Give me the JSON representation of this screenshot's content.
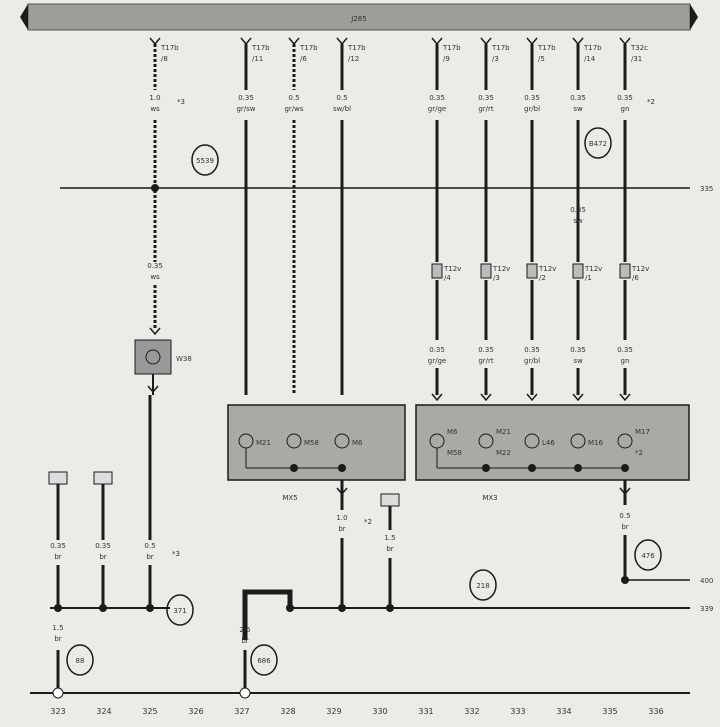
{
  "title_bar": {
    "label": "J285"
  },
  "top_connectors": [
    {
      "pin": "T17b /8",
      "wire": "1.0",
      "color": "ws",
      "note": "*3",
      "style": "dashed"
    },
    {
      "pin": "T17b /11",
      "wire": "0.35",
      "color": "gr/sw",
      "style": "solid"
    },
    {
      "pin": "T17b /6",
      "wire": "0.5",
      "color": "gr/ws",
      "style": "dashed"
    },
    {
      "pin": "T17b /12",
      "wire": "0.5",
      "color": "sw/bl",
      "style": "solid"
    },
    {
      "pin": "T17b /9",
      "wire": "0.35",
      "color": "gr/ge",
      "style": "solid"
    },
    {
      "pin": "T17b /3",
      "wire": "0.35",
      "color": "gr/rt",
      "style": "solid"
    },
    {
      "pin": "T17b /5",
      "wire": "0.35",
      "color": "gr/bl",
      "style": "solid"
    },
    {
      "pin": "T17b /14",
      "wire": "0.35",
      "color": "sw",
      "style": "solid"
    },
    {
      "pin": "T32c /31",
      "wire": "0.35",
      "color": "gn",
      "note": "*2",
      "style": "solid"
    }
  ],
  "mid_connectors": [
    {
      "pin": "T12v /4",
      "wire": "0.35",
      "color": "gr/ge"
    },
    {
      "pin": "T12v /3",
      "wire": "0.35",
      "color": "gr/rt"
    },
    {
      "pin": "T12v /2",
      "wire": "0.35",
      "color": "gr/bl"
    },
    {
      "pin": "T12v /1",
      "wire": "0.35",
      "color": "sw"
    },
    {
      "pin": "T12v /6",
      "wire": "0.35",
      "color": "gn"
    }
  ],
  "w38_wire": {
    "wire": "0.35",
    "color": "ws"
  },
  "w38_mid_wire": {
    "wire": "0.35",
    "color": "sw"
  },
  "lamp_w38": "W38",
  "extra_sw_wire": {
    "wire": "0.35",
    "color": "sw"
  },
  "module_left": {
    "name": "MX5",
    "lamps": [
      "M21",
      "M58",
      "M6"
    ]
  },
  "module_right": {
    "name": "MX3",
    "lamps": [
      "M6 M58",
      "M21 M22",
      "L46",
      "M16",
      "M17 *2"
    ]
  },
  "ground_wires": [
    {
      "wire": "0.35",
      "color": "br"
    },
    {
      "wire": "0.35",
      "color": "br"
    },
    {
      "wire": "0.5",
      "color": "br",
      "note": "*3"
    },
    {
      "wire": "1.0",
      "color": "br",
      "note": "*2"
    },
    {
      "wire": "1.5",
      "color": "br"
    },
    {
      "wire": "0.5",
      "color": "br"
    },
    {
      "wire": "1.5",
      "color": "br"
    },
    {
      "wire": "2.5",
      "color": "br"
    }
  ],
  "ground_points": [
    "371",
    "218",
    "476",
    "88",
    "686",
    "5539",
    "B472"
  ],
  "right_refs": [
    "335",
    "400",
    "339"
  ],
  "columns": [
    "323",
    "324",
    "325",
    "326",
    "327",
    "328",
    "329",
    "330",
    "331",
    "332",
    "333",
    "334",
    "335",
    "336"
  ],
  "colors": {
    "bar": "#9d9d9a",
    "module": "#a9a9a5",
    "wire": "#1b1b1b",
    "paper": "#ebebe8"
  }
}
